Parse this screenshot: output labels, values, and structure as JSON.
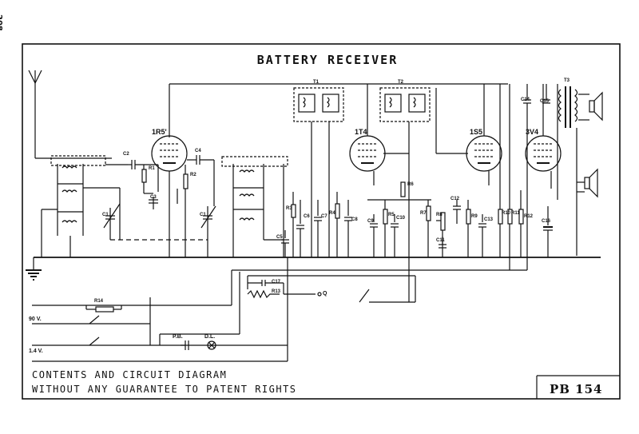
{
  "page_number": "208",
  "title": "BATTERY RECEIVER",
  "footer": {
    "line1": "CONTENTS AND CIRCUIT DIAGRAM",
    "line2": "WITHOUT ANY GUARANTEE TO PATENT RIGHTS",
    "code": "PB 154"
  },
  "tubes": [
    "1R5'",
    "1T4",
    "1S5",
    "3V4"
  ],
  "transformers": [
    "T1",
    "T2",
    "T3"
  ],
  "components": {
    "C2": "C2",
    "C4": "C4",
    "R1": "R1",
    "R2": "R2",
    "C3": "C3",
    "C1a": "C1",
    "C1b": "C1",
    "R3": "R3",
    "C6": "C6",
    "C7": "C7",
    "R4": "R4",
    "C8": "C8",
    "C5": "C5",
    "C9": "C9",
    "R5": "R5",
    "C10": "C10",
    "R6": "R6",
    "R7": "R7",
    "R8": "R8",
    "C11": "C11",
    "C12": "C12",
    "R9": "R9",
    "C13": "C13",
    "R10": "R10",
    "R11": "R11",
    "R12": "R12",
    "C14": "C14",
    "C15": "C15",
    "C16": "C16",
    "C17": "C17",
    "R13": "R13",
    "R14": "R14"
  },
  "power": {
    "v90": "90 V.",
    "v14": "1.4 V.",
    "pb": "P.B.",
    "dl": "D.L.",
    "q": "Q"
  }
}
